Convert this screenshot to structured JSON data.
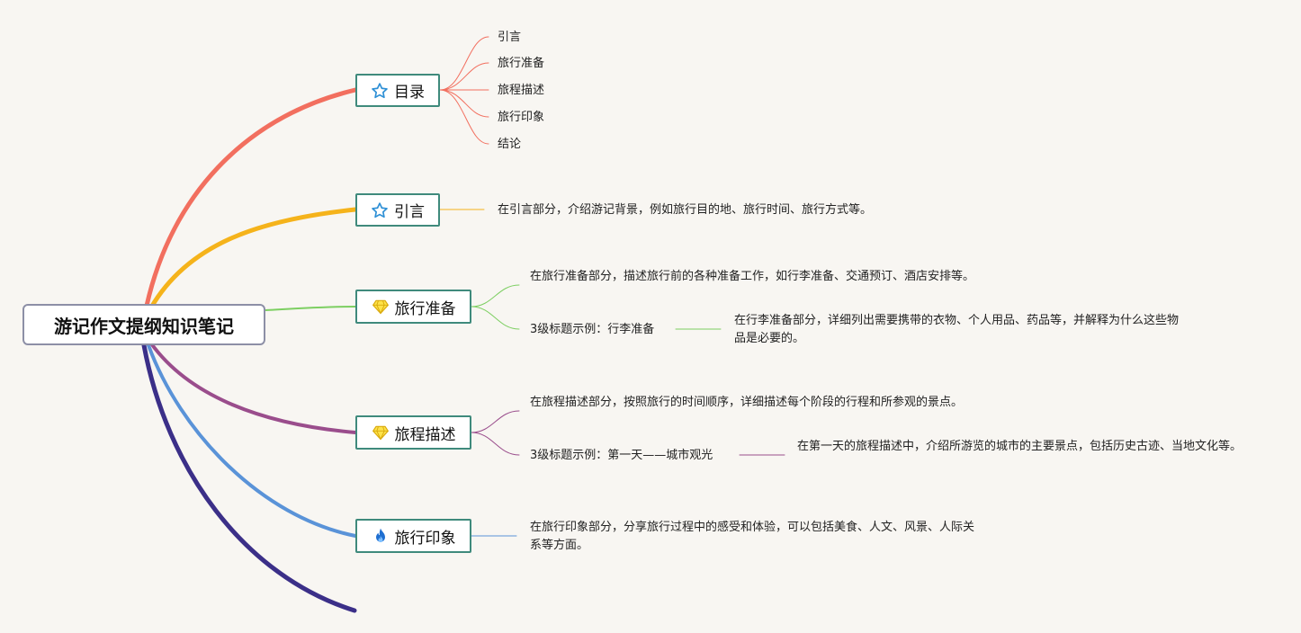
{
  "root": {
    "label": "游记作文提纲知识笔记"
  },
  "colors": {
    "background": "#f8f6f2",
    "branch_mulu": "#f26f5f",
    "branch_yinyan": "#f5b31b",
    "branch_zhunbei": "#7dcf62",
    "branch_miaoshu": "#9a4d8c",
    "branch_yinxiang": "#5a93d8",
    "branch_extra": "#3b2f88",
    "node_border": "#3f8a7c"
  },
  "branches": {
    "mulu": {
      "label": "目录",
      "icon": "star-outline-icon",
      "items": [
        "引言",
        "旅行准备",
        "旅程描述",
        "旅行印象",
        "结论"
      ]
    },
    "yinyan": {
      "label": "引言",
      "icon": "star-outline-icon",
      "text": "在引言部分，介绍游记背景，例如旅行目的地、旅行时间、旅行方式等。"
    },
    "zhunbei": {
      "label": "旅行准备",
      "icon": "diamond-icon",
      "text1": "在旅行准备部分，描述旅行前的各种准备工作，如行李准备、交通预订、酒店安排等。",
      "example": "3级标题示例：行李准备",
      "example_text": "在行李准备部分，详细列出需要携带的衣物、个人用品、药品等，并解释为什么这些物品是必要的。"
    },
    "miaoshu": {
      "label": "旅程描述",
      "icon": "diamond-icon",
      "text1": "在旅程描述部分，按照旅行的时间顺序，详细描述每个阶段的行程和所参观的景点。",
      "example": "3级标题示例：第一天——城市观光",
      "example_text": "在第一天的旅程描述中，介绍所游览的城市的主要景点，包括历史古迹、当地文化等。"
    },
    "yinxiang": {
      "label": "旅行印象",
      "icon": "fire-icon",
      "text": "在旅行印象部分，分享旅行过程中的感受和体验，可以包括美食、人文、风景、人际关系等方面。"
    }
  }
}
